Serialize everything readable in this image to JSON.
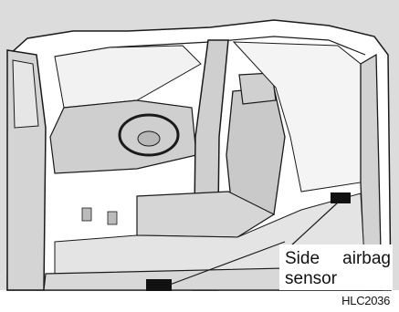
{
  "callout": {
    "word1": "Side",
    "word2": "airbag",
    "word3": "sensor"
  },
  "figure_code": "HLC2036",
  "colors": {
    "panel": "#dcdcdc",
    "outline": "#1a1a1a",
    "sensor": "#111111"
  }
}
